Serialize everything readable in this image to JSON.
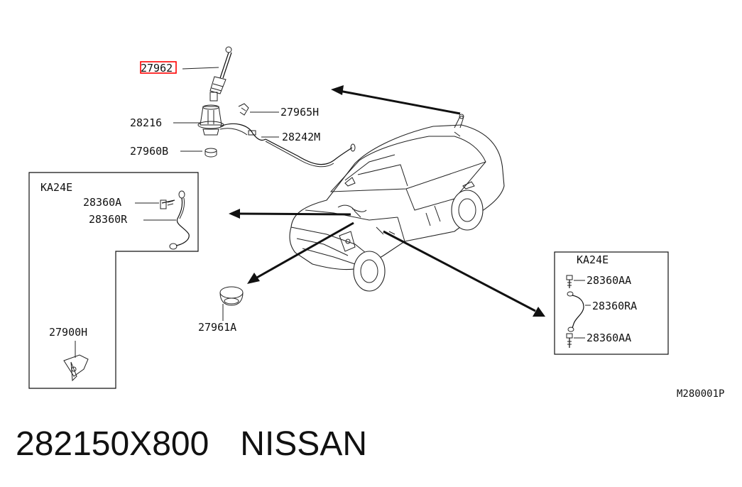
{
  "diagram_code": "M280001P",
  "part_number": "282150X800",
  "brand": "NISSAN",
  "highlight_color": "#ff0000",
  "labels": {
    "rod": "27962",
    "base": "28216",
    "clip": "27965H",
    "cable": "28242M",
    "seal": "27960B",
    "grommet": "27961A"
  },
  "box_left": {
    "engine": "KA24E",
    "bolt": "28360A",
    "strap": "28360R",
    "bracket": "27900H"
  },
  "box_right": {
    "engine": "KA24E",
    "bolt_top": "28360AA",
    "strap": "28360RA",
    "bolt_bottom": "28360AA"
  }
}
